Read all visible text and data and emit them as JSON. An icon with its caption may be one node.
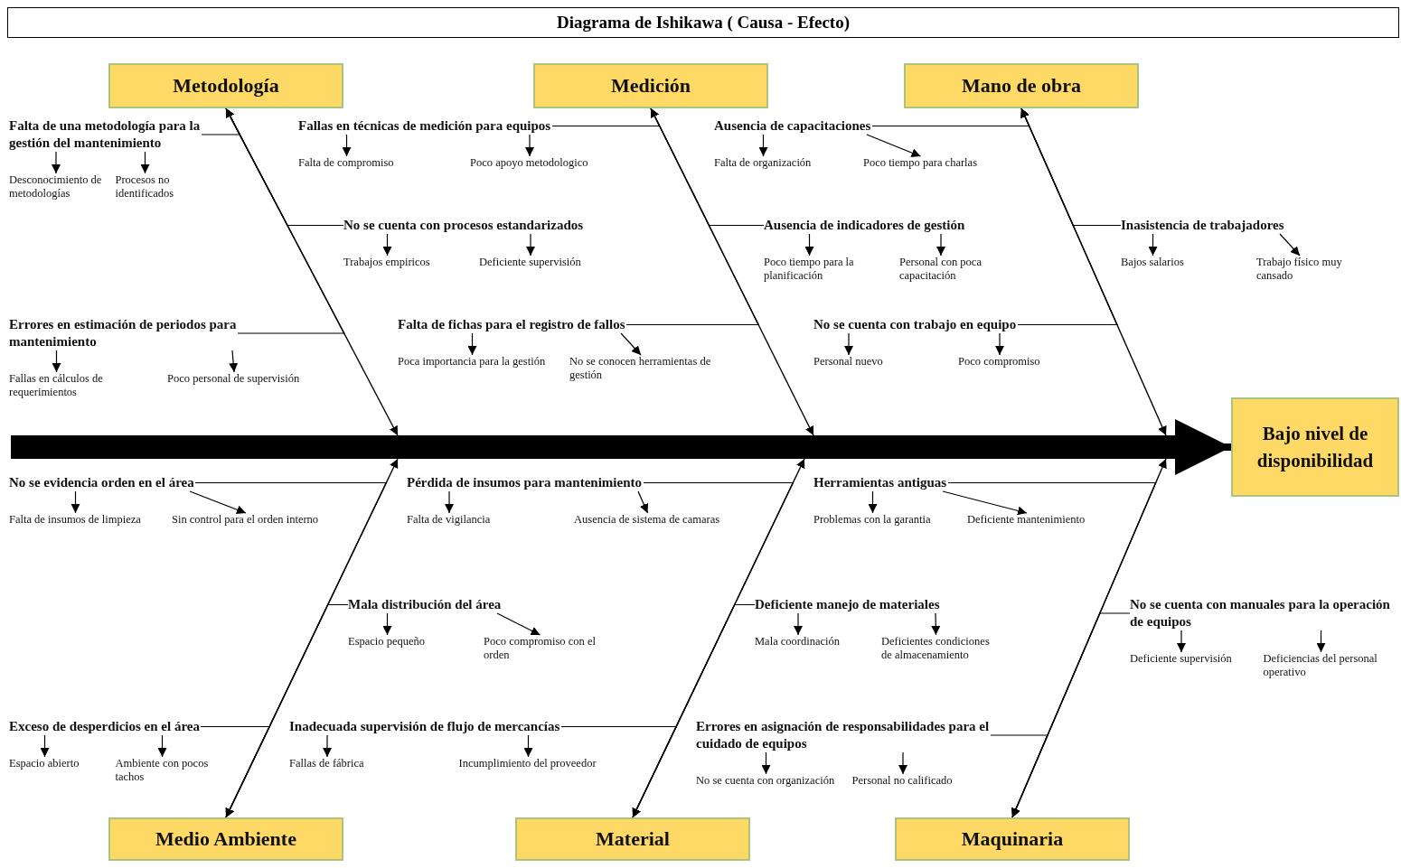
{
  "diagram": {
    "title": "Diagrama de Ishikawa ( Causa - Efecto)",
    "nodes": [
      {
        "text": [
          "Metodología"
        ]
      },
      {
        "text": [
          "Medición"
        ]
      },
      {
        "text": [
          "Mano de obra"
        ]
      },
      {
        "text": [
          "Bajo nivel de disponibilidad"
        ]
      },
      {
        "text": [
          "Medio Ambiente"
        ]
      },
      {
        "text": [
          "Material"
        ]
      },
      {
        "text": [
          "Maquinaria"
        ]
      },
      {
        "text": [
          "Falta de una metodología para la gestión del mantenimiento"
        ]
      },
      {
        "text": [
          "Desconocimiento de metodologías"
        ]
      },
      {
        "text": [
          "Procesos no identificados"
        ]
      },
      {
        "text": [
          "No se cuenta con procesos estandarizados"
        ]
      },
      {
        "text": [
          "Trabajos empiricos"
        ]
      },
      {
        "text": [
          "Deficiente supervisión"
        ]
      },
      {
        "text": [
          "Errores en estimación de periodos para mantenimiento"
        ]
      },
      {
        "text": [
          "Fallas en cálculos de requerimientos"
        ]
      },
      {
        "text": [
          "Poco personal de supervisión"
        ]
      },
      {
        "text": [
          "Fallas en técnicas de medición para equipos"
        ]
      },
      {
        "text": [
          "Falta de compromiso"
        ]
      },
      {
        "text": [
          "Poco apoyo metodologico"
        ]
      },
      {
        "text": [
          "Ausencia de indicadores de gestión"
        ]
      },
      {
        "text": [
          "Poco tiempo para la planificación"
        ]
      },
      {
        "text": [
          "Personal con poca capacitación"
        ]
      },
      {
        "text": [
          "Falta de fichas para el registro de fallos"
        ]
      },
      {
        "text": [
          "Poca importancia para la gestión"
        ]
      },
      {
        "text": [
          "No se conocen herramientas de gestión"
        ]
      },
      {
        "text": [
          "Ausencia de capacitaciones"
        ]
      },
      {
        "text": [
          "Falta de organización"
        ]
      },
      {
        "text": [
          "Poco tiempo para charlas"
        ]
      },
      {
        "text": [
          "Inasistencia de trabajadores"
        ]
      },
      {
        "text": [
          "Bajos salarios"
        ]
      },
      {
        "text": [
          "Trabajo físico muy cansado"
        ]
      },
      {
        "text": [
          "No se cuenta con trabajo en equipo"
        ]
      },
      {
        "text": [
          "Personal nuevo"
        ]
      },
      {
        "text": [
          "Poco compromiso"
        ]
      },
      {
        "text": [
          "No se evidencia orden en el área"
        ]
      },
      {
        "text": [
          "Falta de insumos de limpieza"
        ]
      },
      {
        "text": [
          "Sin control para el orden interno"
        ]
      },
      {
        "text": [
          "Mala distribución del área"
        ]
      },
      {
        "text": [
          "Espacio pequeño"
        ]
      },
      {
        "text": [
          "Poco compromiso con el orden"
        ]
      },
      {
        "text": [
          "Exceso de desperdicios en el área"
        ]
      },
      {
        "text": [
          "Espacio abierto"
        ]
      },
      {
        "text": [
          "Ambiente con pocos tachos"
        ]
      },
      {
        "text": [
          "Pérdida de insumos para mantenimiento"
        ]
      },
      {
        "text": [
          "Falta de vigilancia"
        ]
      },
      {
        "text": [
          "Ausencia de sistema de camaras"
        ]
      },
      {
        "text": [
          "Deficiente manejo de materiales"
        ]
      },
      {
        "text": [
          "Mala coordinación"
        ]
      },
      {
        "text": [
          "Deficientes condiciones de almacenamiento"
        ]
      },
      {
        "text": [
          "Inadecuada supervisión de flujo de mercancías"
        ]
      },
      {
        "text": [
          "Fallas de fábrica"
        ]
      },
      {
        "text": [
          "Incumplimiento del proveedor"
        ]
      },
      {
        "text": [
          "Herramientas antiguas"
        ]
      },
      {
        "text": [
          "Problemas con la garantia"
        ]
      },
      {
        "text": [
          "Deficiente mantenimiento"
        ]
      },
      {
        "text": [
          "No se cuenta con manuales para la operación de equipos"
        ]
      },
      {
        "text": [
          "Deficiente supervisión"
        ]
      },
      {
        "text": [
          "Deficiencias del personal operativo"
        ]
      },
      {
        "text": [
          "Errores en asignación de responsabilidades para el cuidado de equipos"
        ]
      },
      {
        "text": [
          "No se cuenta con organización"
        ]
      },
      {
        "text": [
          "Personal no calificado"
        ]
      },
      {
        "text": [],
        "shape": "bar"
      }
    ],
    "edges": [
      {
        "from": 61,
        "to": 3,
        "arrow": "to",
        "style": "thick"
      },
      {
        "from": 0,
        "to": 61,
        "arrow": "to"
      },
      {
        "from": 1,
        "to": 61,
        "arrow": "to"
      },
      {
        "from": 2,
        "to": 61,
        "arrow": "to"
      },
      {
        "from": 4,
        "to": 61,
        "arrow": "to"
      },
      {
        "from": 5,
        "to": 61,
        "arrow": "to"
      },
      {
        "from": 6,
        "to": 61,
        "arrow": "to"
      },
      {
        "from": 7,
        "to": 0,
        "arrow": "to"
      },
      {
        "from": 7,
        "to": 8,
        "arrow": "to"
      },
      {
        "from": 7,
        "to": 9,
        "arrow": "to"
      },
      {
        "from": 10,
        "to": 0,
        "arrow": "to"
      },
      {
        "from": 10,
        "to": 11,
        "arrow": "to"
      },
      {
        "from": 10,
        "to": 12,
        "arrow": "to"
      },
      {
        "from": 13,
        "to": 0,
        "arrow": "to"
      },
      {
        "from": 13,
        "to": 14,
        "arrow": "to"
      },
      {
        "from": 13,
        "to": 15,
        "arrow": "to"
      },
      {
        "from": 16,
        "to": 1,
        "arrow": "to"
      },
      {
        "from": 16,
        "to": 17,
        "arrow": "to"
      },
      {
        "from": 16,
        "to": 18,
        "arrow": "to"
      },
      {
        "from": 19,
        "to": 1,
        "arrow": "to"
      },
      {
        "from": 19,
        "to": 20,
        "arrow": "to"
      },
      {
        "from": 19,
        "to": 21,
        "arrow": "to"
      },
      {
        "from": 22,
        "to": 1,
        "arrow": "to"
      },
      {
        "from": 22,
        "to": 23,
        "arrow": "to"
      },
      {
        "from": 22,
        "to": 24,
        "arrow": "to"
      },
      {
        "from": 25,
        "to": 2,
        "arrow": "to"
      },
      {
        "from": 25,
        "to": 26,
        "arrow": "to"
      },
      {
        "from": 25,
        "to": 27,
        "arrow": "to"
      },
      {
        "from": 28,
        "to": 2,
        "arrow": "to"
      },
      {
        "from": 28,
        "to": 29,
        "arrow": "to"
      },
      {
        "from": 28,
        "to": 30,
        "arrow": "to"
      },
      {
        "from": 31,
        "to": 2,
        "arrow": "to"
      },
      {
        "from": 31,
        "to": 32,
        "arrow": "to"
      },
      {
        "from": 31,
        "to": 33,
        "arrow": "to"
      },
      {
        "from": 34,
        "to": 4,
        "arrow": "to"
      },
      {
        "from": 34,
        "to": 35,
        "arrow": "to"
      },
      {
        "from": 34,
        "to": 36,
        "arrow": "to"
      },
      {
        "from": 37,
        "to": 4,
        "arrow": "to"
      },
      {
        "from": 37,
        "to": 38,
        "arrow": "to"
      },
      {
        "from": 37,
        "to": 39,
        "arrow": "to"
      },
      {
        "from": 40,
        "to": 4,
        "arrow": "to"
      },
      {
        "from": 40,
        "to": 41,
        "arrow": "to"
      },
      {
        "from": 40,
        "to": 42,
        "arrow": "to"
      },
      {
        "from": 43,
        "to": 5,
        "arrow": "to"
      },
      {
        "from": 43,
        "to": 44,
        "arrow": "to"
      },
      {
        "from": 43,
        "to": 45,
        "arrow": "to"
      },
      {
        "from": 46,
        "to": 5,
        "arrow": "to"
      },
      {
        "from": 46,
        "to": 47,
        "arrow": "to"
      },
      {
        "from": 46,
        "to": 48,
        "arrow": "to"
      },
      {
        "from": 49,
        "to": 5,
        "arrow": "to"
      },
      {
        "from": 49,
        "to": 50,
        "arrow": "to"
      },
      {
        "from": 49,
        "to": 51,
        "arrow": "to"
      },
      {
        "from": 52,
        "to": 6,
        "arrow": "to"
      },
      {
        "from": 52,
        "to": 53,
        "arrow": "to"
      },
      {
        "from": 52,
        "to": 54,
        "arrow": "to"
      },
      {
        "from": 55,
        "to": 6,
        "arrow": "to"
      },
      {
        "from": 55,
        "to": 56,
        "arrow": "to"
      },
      {
        "from": 55,
        "to": 57,
        "arrow": "to"
      },
      {
        "from": 58,
        "to": 6,
        "arrow": "to"
      },
      {
        "from": 58,
        "to": 59,
        "arrow": "to"
      },
      {
        "from": 58,
        "to": 60,
        "arrow": "to"
      }
    ]
  }
}
